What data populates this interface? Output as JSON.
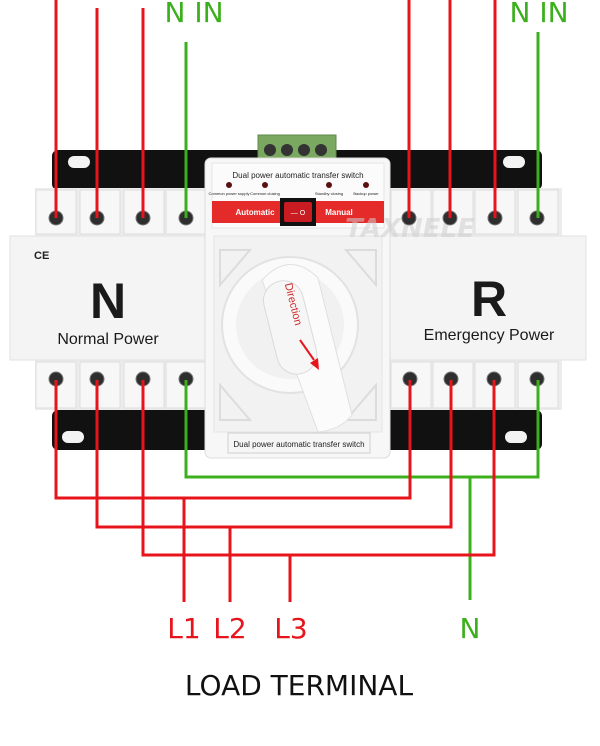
{
  "colors": {
    "live_wire": "#e8141b",
    "neutral_wire": "#3cb01c",
    "switch_body": "#f2f2f2",
    "mount_rail": "#111111",
    "panel_red": "#e52a2a",
    "terminal_block_green": "#7aa860"
  },
  "inputs": {
    "normal_neutral_label": "N IN",
    "emergency_neutral_label": "N IN"
  },
  "normal_panel": {
    "cert_mark": "CE",
    "letter": "N",
    "caption": "Normal Power"
  },
  "emergency_panel": {
    "letter": "R",
    "caption": "Emergency Power"
  },
  "controller": {
    "title": "Dual power automatic transfer switch",
    "indicators": [
      "Common power supply",
      "Common closing",
      "Standby closing",
      "Backup power"
    ],
    "mode_left": "Automatic",
    "mode_right": "Manual",
    "rocker_symbols": "— O"
  },
  "handle": {
    "label": "Direction",
    "nameplate": "Dual power automatic transfer switch"
  },
  "watermark": "TAXNELE",
  "outputs": {
    "phases": [
      "L1",
      "L2",
      "L3"
    ],
    "neutral": "N"
  },
  "footer": {
    "title": "LOAD TERMINAL"
  }
}
